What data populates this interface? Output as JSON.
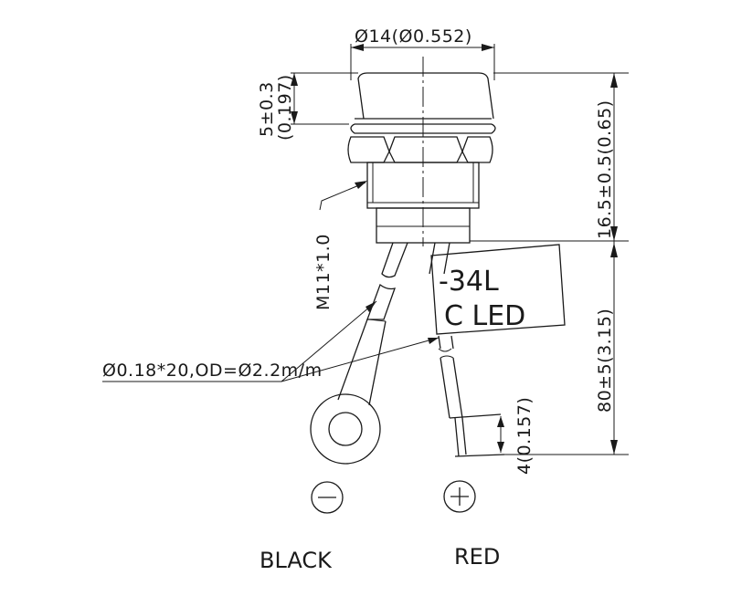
{
  "drawing": {
    "type": "technical-drawing",
    "subject": "panel-mount LED indicator with wire leads",
    "dimensions": {
      "top_diameter": "Ø14(Ø0.552)",
      "cap_height_value": "5±0.3",
      "cap_height_inch": "(0.197)",
      "body_height": "16.5±0.5(0.65)",
      "lead_length": "80±5(3.15)",
      "strip_length": "4(0.157)",
      "thread": "M11*1.0",
      "wire_spec": "Ø0.18*20,OD=Ø2.2m/m"
    },
    "tag": {
      "line1": "-34L",
      "line2": "C LED"
    },
    "leads": [
      {
        "name": "negative",
        "symbol": "−",
        "color_label": "BLACK",
        "terminal": "ring terminal"
      },
      {
        "name": "positive",
        "symbol": "+",
        "color_label": "RED",
        "terminal": "stripped wire"
      }
    ],
    "colors": {
      "line": "#1a1a1a",
      "background": "#ffffff"
    }
  }
}
